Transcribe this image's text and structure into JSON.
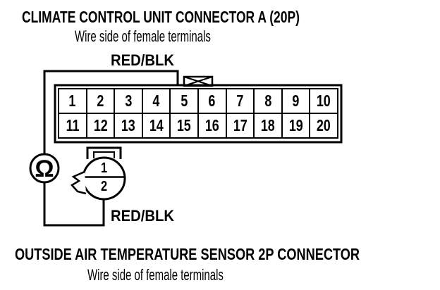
{
  "colors": {
    "ink": "#000000",
    "paper": "#ffffff"
  },
  "climate_connector": {
    "title": "CLIMATE CONTROL UNIT CONNECTOR A (20P)",
    "subtitle": "Wire side of female terminals",
    "wire_label": "RED/BLK",
    "pin_rows": [
      [
        "1",
        "2",
        "3",
        "4",
        "5",
        "6",
        "7",
        "8",
        "9",
        "10"
      ],
      [
        "11",
        "12",
        "13",
        "14",
        "15",
        "16",
        "17",
        "18",
        "19",
        "20"
      ]
    ],
    "wired_pin": "5"
  },
  "ohmmeter": {
    "symbol": "Ω"
  },
  "sensor_connector": {
    "pins": [
      "1",
      "2"
    ],
    "wire_label": "RED/BLK",
    "wired_pin": "2",
    "title": "OUTSIDE AIR TEMPERATURE SENSOR 2P CONNECTOR",
    "subtitle": "Wire side of female terminals"
  }
}
